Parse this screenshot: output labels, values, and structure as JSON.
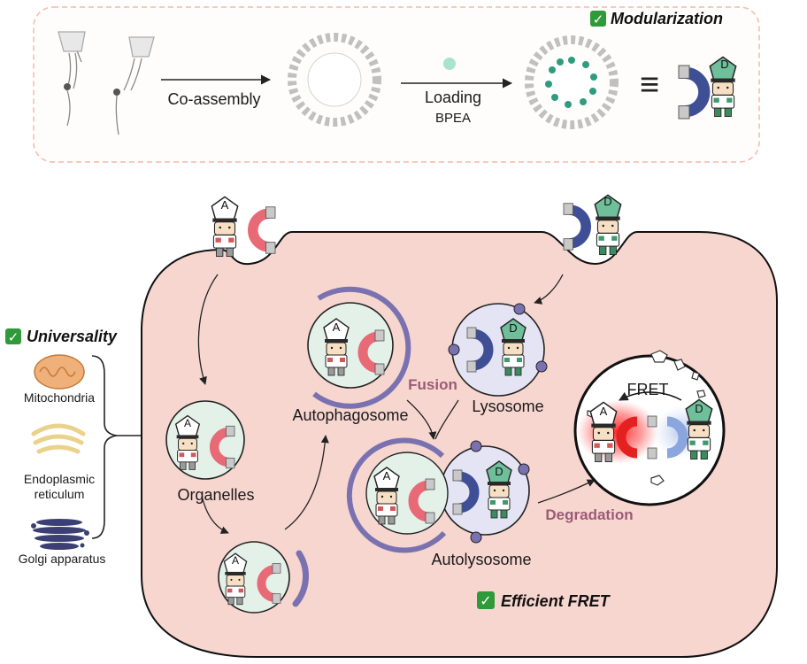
{
  "top_panel": {
    "badge_check": "✓",
    "badge_label": "Modularization",
    "step1_label": "Co-assembly",
    "step2_label_line1": "Loading",
    "step2_label_line2": "BPEA",
    "equals_symbol": "≡",
    "donor_letter": "D"
  },
  "side_panel": {
    "badge_check": "✓",
    "badge_label": "Universality",
    "items": [
      {
        "label": "Mitochondria",
        "icon": "mitochondria-icon"
      },
      {
        "label": "Endoplasmic",
        "label2": "reticulum",
        "icon": "er-icon"
      },
      {
        "label": "Golgi apparatus",
        "icon": "golgi-icon"
      }
    ]
  },
  "cell": {
    "acceptor_letter": "A",
    "donor_letter": "D",
    "autophagosome_label": "Autophagosome",
    "organelles_label": "Organelles",
    "lysosome_label": "Lysosome",
    "fusion_label": "Fusion",
    "autolysosome_label": "Autolysosome",
    "degradation_label": "Degradation",
    "fret_label": "FRET",
    "bottom_badge_check": "✓",
    "bottom_badge_label": "Efficient FRET"
  },
  "colors": {
    "cell_fill": "#f7d6cf",
    "vesicle_fill": "#e3f1e8",
    "lysosome_fill": "#e4e4f4",
    "magnet_red": "#e86a77",
    "magnet_blue": "#3e4f96",
    "membrane_purple": "#7a72b0",
    "fret_red": "#f02020",
    "mauve_text": "#9c5a78",
    "check_green": "#2f9a3a"
  }
}
